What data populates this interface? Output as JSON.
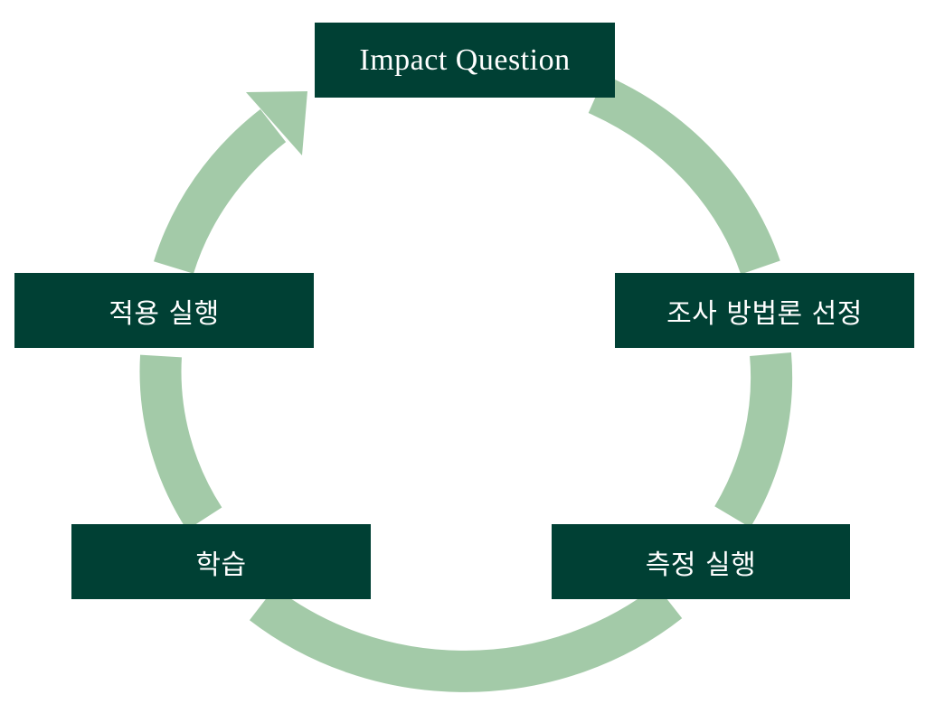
{
  "diagram": {
    "type": "cycle",
    "colors": {
      "box_fill": "#004034",
      "box_text": "#ffffff",
      "ring": "#a3caa8",
      "background": "#ffffff"
    },
    "steps": [
      {
        "label": "Impact Question"
      },
      {
        "label": "조사 방법론 선정"
      },
      {
        "label": "측정 실행"
      },
      {
        "label": "학습"
      },
      {
        "label": "적용 실행"
      }
    ]
  }
}
